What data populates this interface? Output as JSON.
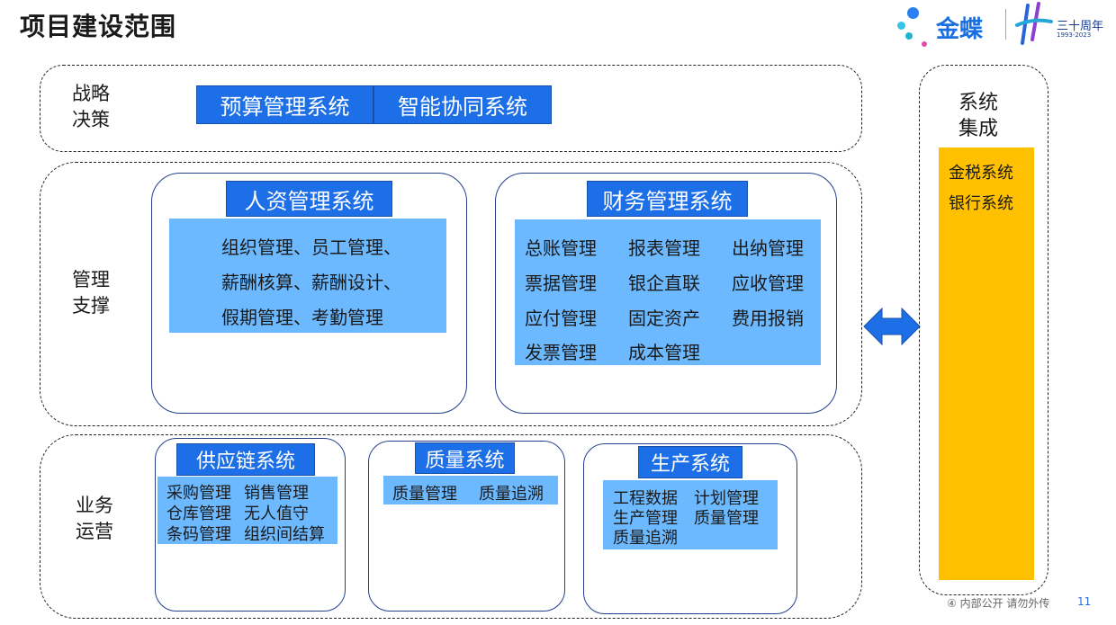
{
  "page": {
    "title": "项目建设范围",
    "footer_note": "④ 内部公开 请勿外传",
    "page_number": "11"
  },
  "logo": {
    "brand_text": "金蝶",
    "anniversary_text": "三十周年",
    "anniversary_years": "1993-2023",
    "brand_color": "#1a6fe0"
  },
  "layers": {
    "strategy": {
      "label_line1": "战略",
      "label_line2": "决策",
      "systems": [
        "预算管理系统",
        "智能协同系统"
      ]
    },
    "management": {
      "label_line1": "管理",
      "label_line2": "支撑",
      "hr": {
        "title": "人资管理系统",
        "lines": [
          "组织管理、员工管理、",
          "薪酬核算、薪酬设计、",
          "假期管理、考勤管理"
        ]
      },
      "finance": {
        "title": "财务管理系统",
        "items": [
          "总账管理",
          "报表管理",
          "出纳管理",
          "票据管理",
          "银企直联",
          "应收管理",
          "应付管理",
          "固定资产",
          "费用报销",
          "发票管理",
          "成本管理"
        ]
      }
    },
    "operations": {
      "label_line1": "业务",
      "label_line2": "运营",
      "supply_chain": {
        "title": "供应链系统",
        "items": [
          "采购管理",
          "销售管理",
          "仓库管理",
          "无人值守",
          "条码管理",
          "组织间结算"
        ]
      },
      "quality": {
        "title": "质量系统",
        "items": [
          "质量管理",
          "质量追溯"
        ]
      },
      "production": {
        "title": "生产系统",
        "items": [
          "工程数据",
          "计划管理",
          "生产管理",
          "质量管理",
          "质量追溯"
        ]
      }
    }
  },
  "integration": {
    "label_line1": "系统",
    "label_line2": "集成",
    "items": [
      "金税系统",
      "银行系统"
    ]
  },
  "colors": {
    "system_blue": "#1c6fe6",
    "module_light_blue": "#6db9ff",
    "integration_yellow": "#ffc000",
    "frame_navy": "#24408e"
  }
}
